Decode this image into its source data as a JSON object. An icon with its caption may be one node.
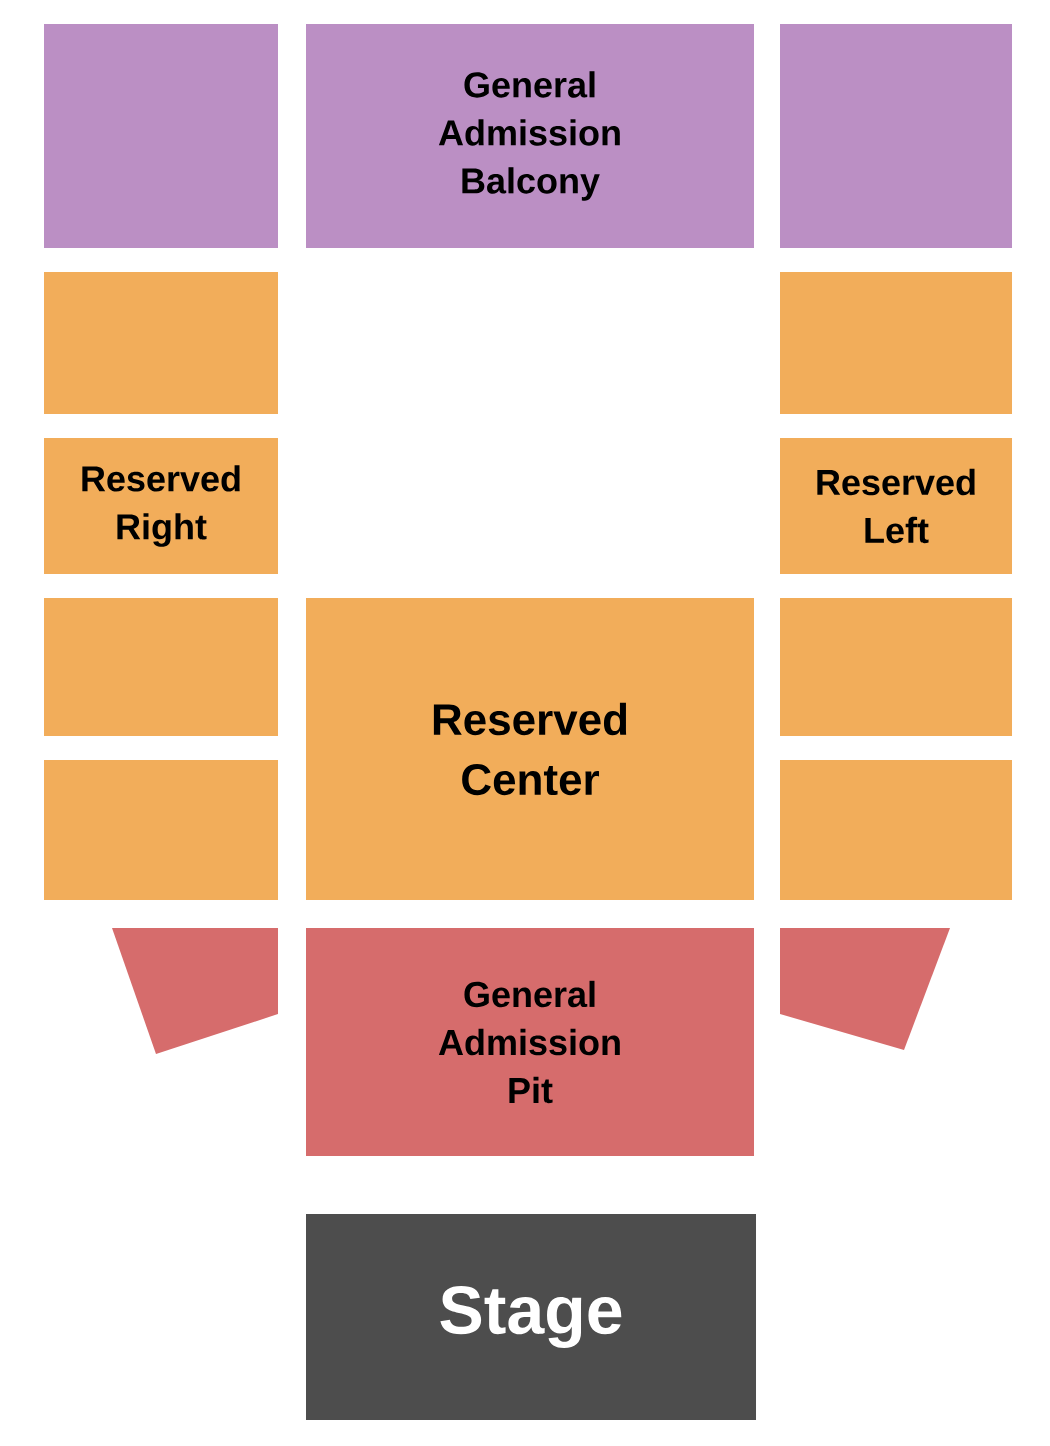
{
  "diagram": {
    "nodes": [
      {
        "text": [],
        "shape": "box"
      },
      {
        "text": [
          "General Admission Balcony"
        ]
      },
      {
        "text": [],
        "shape": "box"
      },
      {
        "text": [],
        "shape": "box"
      },
      {
        "text": [],
        "shape": "box"
      },
      {
        "text": [
          "Reserved Right"
        ]
      },
      {
        "text": [
          "Reserved Left"
        ]
      },
      {
        "text": [],
        "shape": "box"
      },
      {
        "text": [
          "Reserved Center"
        ]
      },
      {
        "text": [],
        "shape": "box"
      },
      {
        "text": [],
        "shape": "box"
      },
      {
        "text": [],
        "shape": "box"
      },
      {
        "text": [],
        "shape": "trapezoid"
      },
      {
        "text": [
          "General Admission Pit"
        ]
      },
      {
        "text": [],
        "shape": "trapezoid"
      },
      {
        "text": [
          "Stage"
        ]
      }
    ]
  }
}
